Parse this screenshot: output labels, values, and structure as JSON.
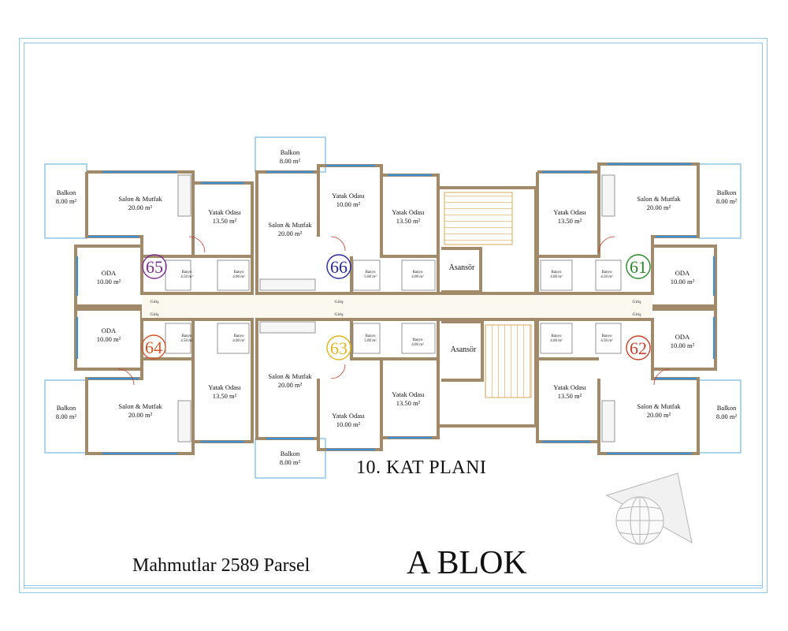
{
  "plan_title": "10. KAT PLANI",
  "parcel_label": "Mahmutlar 2589 Parsel",
  "block_label": "A BLOK",
  "elevator_label": "Asansör",
  "entrance_label": "Giriş",
  "colors": {
    "frame": "#8fc7e4",
    "wall": "#a08a6a",
    "wall_fill": "#efe8d6",
    "window": "#3d8fd6",
    "stair": "#d8a75a",
    "unit_65": "#7b2f8f",
    "unit_66": "#2a2a9a",
    "unit_61": "#2a8a2a",
    "unit_64": "#d2572a",
    "unit_63": "#e0b520",
    "unit_62": "#c8412a"
  },
  "units": [
    {
      "id": "65",
      "label": "65",
      "color": "#7b2f8f"
    },
    {
      "id": "66",
      "label": "66",
      "color": "#2a2a9a"
    },
    {
      "id": "61",
      "label": "61",
      "color": "#2a8a2a"
    },
    {
      "id": "64",
      "label": "64",
      "color": "#d2572a"
    },
    {
      "id": "63",
      "label": "63",
      "color": "#e0b520"
    },
    {
      "id": "62",
      "label": "62",
      "color": "#c8412a"
    }
  ],
  "rooms": {
    "r1": {
      "name": "Balkon",
      "area": "8.00 m²"
    },
    "r2": {
      "name": "Salon & Mutfak",
      "area": "20.00 m²"
    },
    "r3": {
      "name": "Yatak Odası",
      "area": "13.50 m²"
    },
    "r4": {
      "name": "Balkon",
      "area": "8.00 m²"
    },
    "r5": {
      "name": "Salon & Mutfak",
      "area": "20.00 m²"
    },
    "r6": {
      "name": "Yatak Odası",
      "area": "10.00 m²"
    },
    "r7": {
      "name": "Yatak Odası",
      "area": "13.50 m²"
    },
    "r8": {
      "name": "Yatak Odası",
      "area": "13.50 m²"
    },
    "r9": {
      "name": "Salon & Mutfak",
      "area": "20.00 m²"
    },
    "r10": {
      "name": "Balkon",
      "area": "8.00 m²"
    },
    "r11": {
      "name": "ODA",
      "area": "10.00 m²"
    },
    "r12": {
      "name": "ODA",
      "area": "10.00 m²"
    },
    "r13": {
      "name": "ODA",
      "area": "10.00 m²"
    },
    "r14": {
      "name": "ODA",
      "area": "10.00 m²"
    },
    "r15": {
      "name": "Balkon",
      "area": "8.00 m²"
    },
    "r16": {
      "name": "Salon & Mutfak",
      "area": "20.00 m²"
    },
    "r17": {
      "name": "Yatak Odası",
      "area": "13.50 m²"
    },
    "r18": {
      "name": "Salon & Mutfak",
      "area": "20.00 m²"
    },
    "r19": {
      "name": "Yatak Odası",
      "area": "10.00 m²"
    },
    "r20": {
      "name": "Yatak Odası",
      "area": "13.50 m²"
    },
    "r21": {
      "name": "Yatak Odası",
      "area": "13.50 m²"
    },
    "r22": {
      "name": "Salon & Mutfak",
      "area": "20.00 m²"
    },
    "r23": {
      "name": "Balkon",
      "area": "8.00 m²"
    },
    "r24": {
      "name": "Balkon",
      "area": "8.00 m²"
    }
  },
  "baths": {
    "b1": {
      "name": "Banyo",
      "area": "4.50 m²"
    },
    "b2": {
      "name": "Banyo",
      "area": "4.00 m²"
    },
    "b3": {
      "name": "Banyo",
      "area": "5.00 m²"
    },
    "b4": {
      "name": "Banyo",
      "area": "4.00 m²"
    },
    "b5": {
      "name": "Banyo",
      "area": "4.00 m²"
    },
    "b6": {
      "name": "Banyo",
      "area": "4.50 m²"
    },
    "b7": {
      "name": "Banyo",
      "area": "4.50 m²"
    },
    "b8": {
      "name": "Banyo",
      "area": "4.00 m²"
    },
    "b9": {
      "name": "Banyo",
      "area": "5.00 m²"
    },
    "b10": {
      "name": "Banyo",
      "area": "4.00 m²"
    },
    "b11": {
      "name": "Banyo",
      "area": "4.00 m²"
    },
    "b12": {
      "name": "Banyo",
      "area": "4.50 m²"
    }
  }
}
